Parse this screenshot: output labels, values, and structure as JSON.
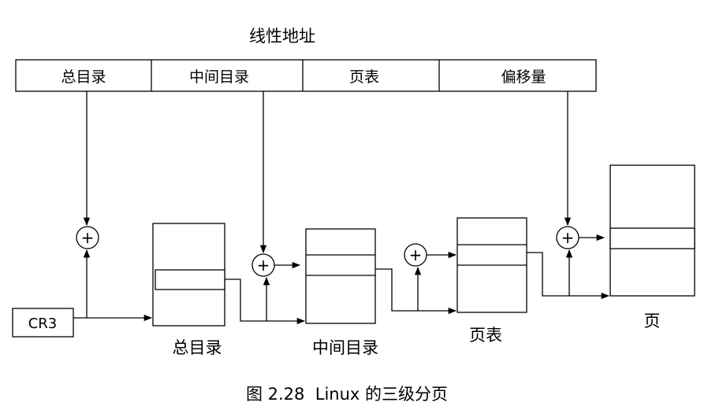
{
  "linear_address_title": "线性地址",
  "address_fields": [
    "总目录",
    "中间目录",
    "页表",
    "偏移量"
  ],
  "register": "CR3",
  "tables": {
    "global_dir": "总目录",
    "middle_dir": "中间目录",
    "page_table": "页表",
    "page": "页"
  },
  "adder_symbol": "+",
  "caption": "图 2.28  Linux 的三级分页"
}
